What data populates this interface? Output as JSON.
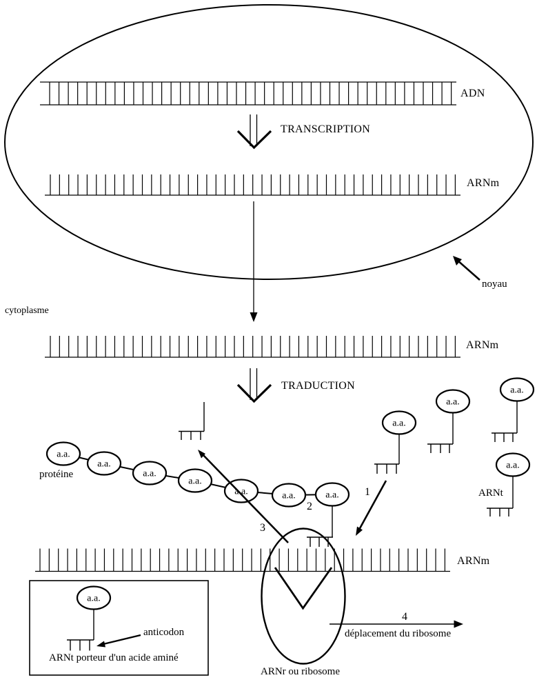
{
  "labels": {
    "adn": "ADN",
    "arnm_nucleus": "ARNm",
    "arnm_cytoplasm": "ARNm",
    "arnm_ribosome": "ARNm",
    "transcription": "TRANSCRIPTION",
    "traduction": "TRADUCTION",
    "noyau": "noyau",
    "cytoplasme": "cytoplasme",
    "proteine": "protéine",
    "aa": "a.a.",
    "arnt": "ARNt",
    "anticodon": "anticodon",
    "box_caption": "ARNt porteur d'un acide aminé",
    "ribosome": "ARNr ou ribosome",
    "deplacement": "déplacement du ribosome",
    "step1": "1",
    "step2": "2",
    "step3": "3",
    "step4": "4"
  }
}
